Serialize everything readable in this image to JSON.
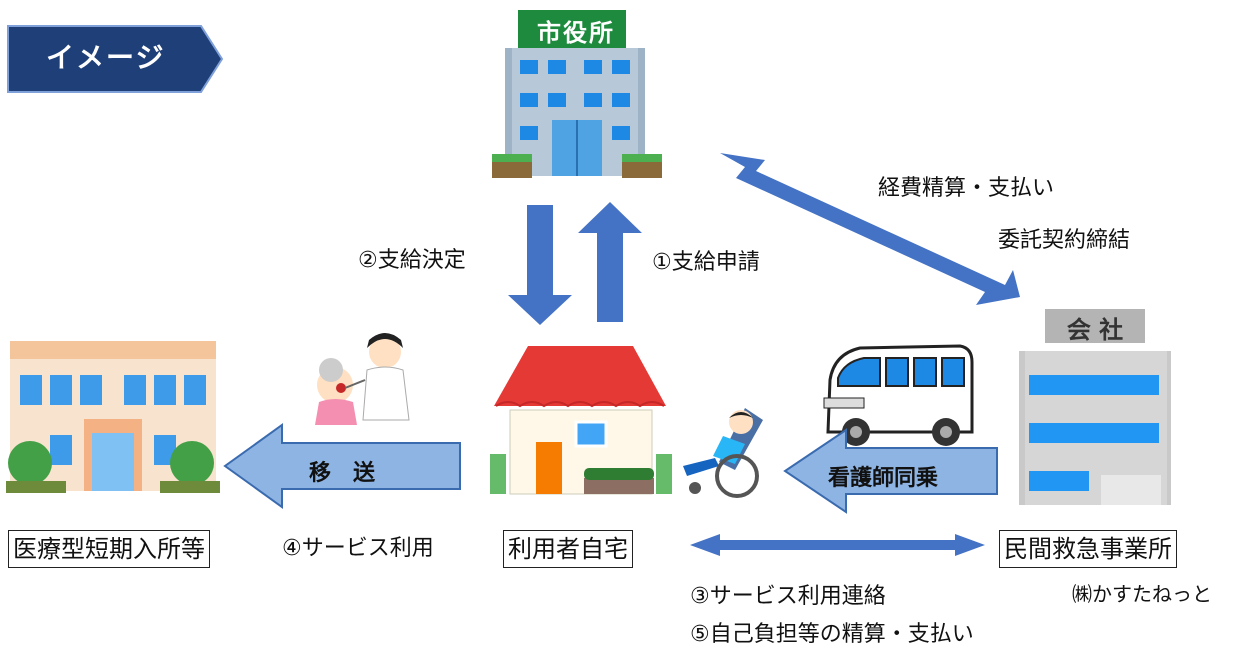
{
  "banner": {
    "label": "イメージ"
  },
  "entities": {
    "city_hall": {
      "sign": "市役所"
    },
    "company": {
      "sign": "会 社",
      "label": "民間救急事業所",
      "sublabel": "㈱かすたねっと"
    },
    "home": {
      "label": "利用者自宅"
    },
    "facility": {
      "label": "医療型短期入所等"
    }
  },
  "flows": {
    "payment_decision": "②支給決定",
    "payment_application": "①支給申請",
    "settlement": "経費精算・支払い",
    "contract": "委託契約締結",
    "transport": "移　送",
    "nurse_ride": "看護師同乗",
    "service_use": "④サービス利用",
    "service_contact": "③サービス利用連絡",
    "copay_settlement": "⑤自己負担等の精算・支払い"
  },
  "colors": {
    "arrow_blue": "#4472C4",
    "arrow_light": "#8EB4E3",
    "banner_navy": "#1F3F78"
  }
}
